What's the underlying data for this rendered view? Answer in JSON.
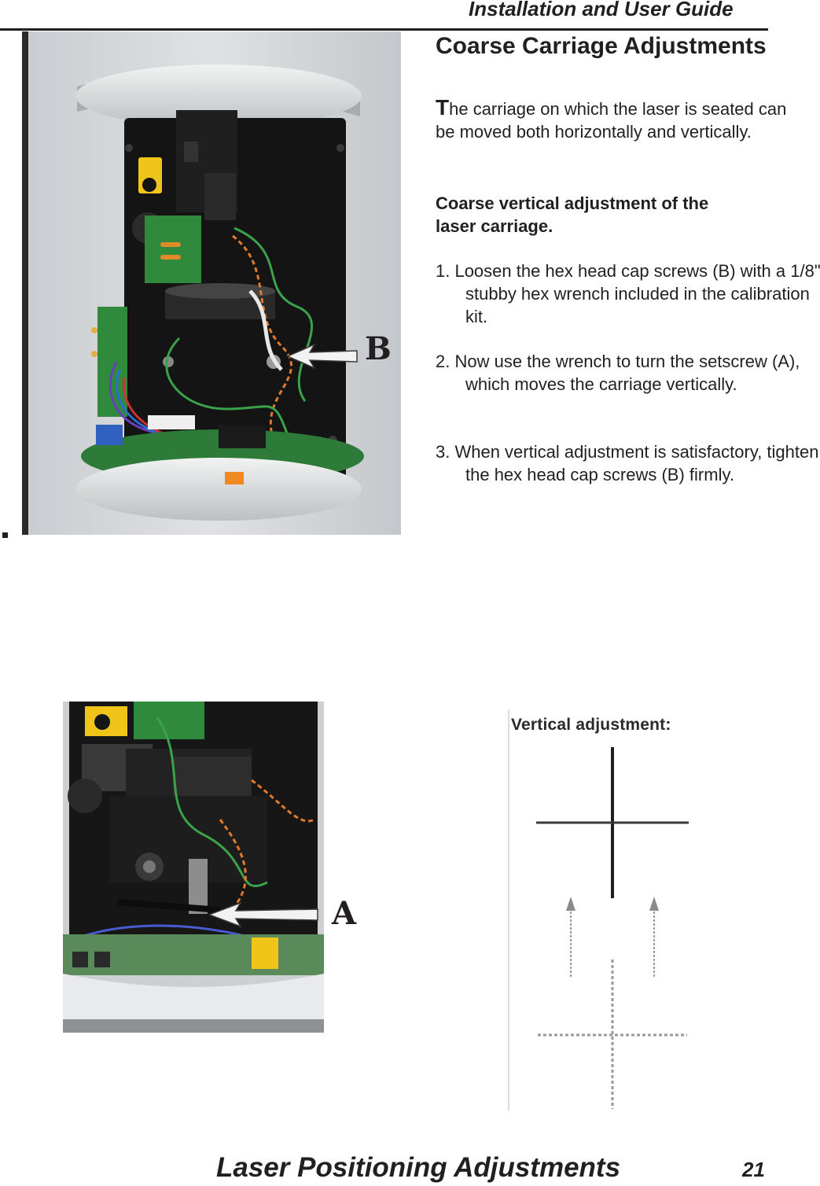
{
  "header": {
    "title": "Installation and User Guide"
  },
  "section": {
    "title": "Coarse Carriage Adjustments",
    "intro_dropcap": "T",
    "intro_rest": "he carriage on which the laser is seated can be moved both horizontally and vertically.",
    "subhead": "Coarse vertical adjustment of the laser carriage.",
    "steps": [
      "1. Loosen the hex head cap screws (B) with a 1/8\" stubby hex wrench included in the calibration kit.",
      "2. Now use the wrench to turn the setscrew (A), which moves the carriage vertically.",
      "3. When vertical adjustment is satisfactory, tighten the hex head cap screws (B) firmly."
    ]
  },
  "callouts": {
    "top": "B",
    "bottom": "A"
  },
  "diagram": {
    "title": "Vertical adjustment:"
  },
  "footer": {
    "title": "Laser Positioning Adjustments",
    "page_number": "21"
  },
  "icons": {
    "callout_arrow": "left-arrow-icon"
  },
  "colors": {
    "text": "#231f20",
    "board_green": "#2f8a3c",
    "chassis_black": "#141414"
  }
}
